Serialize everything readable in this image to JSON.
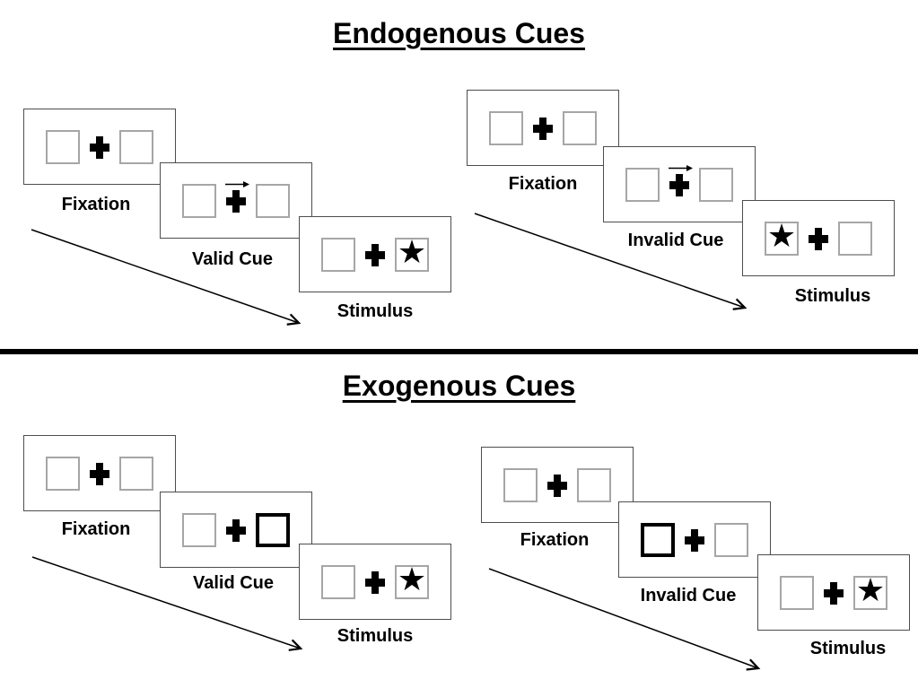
{
  "sections": [
    {
      "title": "Endogenous Cues",
      "sequences": [
        {
          "name": "endogenous-valid",
          "panels": [
            {
              "label": "Fixation",
              "type": "fixation"
            },
            {
              "label": "Valid Cue",
              "type": "arrow-cue",
              "arrow_direction": "right"
            },
            {
              "label": "Stimulus",
              "type": "stimulus",
              "star_side": "right"
            }
          ]
        },
        {
          "name": "endogenous-invalid",
          "panels": [
            {
              "label": "Fixation",
              "type": "fixation"
            },
            {
              "label": "Invalid Cue",
              "type": "arrow-cue",
              "arrow_direction": "right"
            },
            {
              "label": "Stimulus",
              "type": "stimulus",
              "star_side": "left"
            }
          ]
        }
      ]
    },
    {
      "title": "Exogenous Cues",
      "sequences": [
        {
          "name": "exogenous-valid",
          "panels": [
            {
              "label": "Fixation",
              "type": "fixation"
            },
            {
              "label": "Valid Cue",
              "type": "box-cue",
              "highlight_side": "right"
            },
            {
              "label": "Stimulus",
              "type": "stimulus",
              "star_side": "right"
            }
          ]
        },
        {
          "name": "exogenous-invalid",
          "panels": [
            {
              "label": "Fixation",
              "type": "fixation"
            },
            {
              "label": "Invalid Cue",
              "type": "box-cue",
              "highlight_side": "left"
            },
            {
              "label": "Stimulus",
              "type": "stimulus",
              "star_side": "right"
            }
          ]
        }
      ]
    }
  ],
  "icons": {
    "stimulus_star": "★",
    "fixation_cross": "plus-cross",
    "cue_arrow": "right-arrow"
  },
  "colors": {
    "ink": "#000000",
    "divider": "#000000",
    "panel_border": "#4d4d4d",
    "box_border": "#a6a6a6"
  }
}
